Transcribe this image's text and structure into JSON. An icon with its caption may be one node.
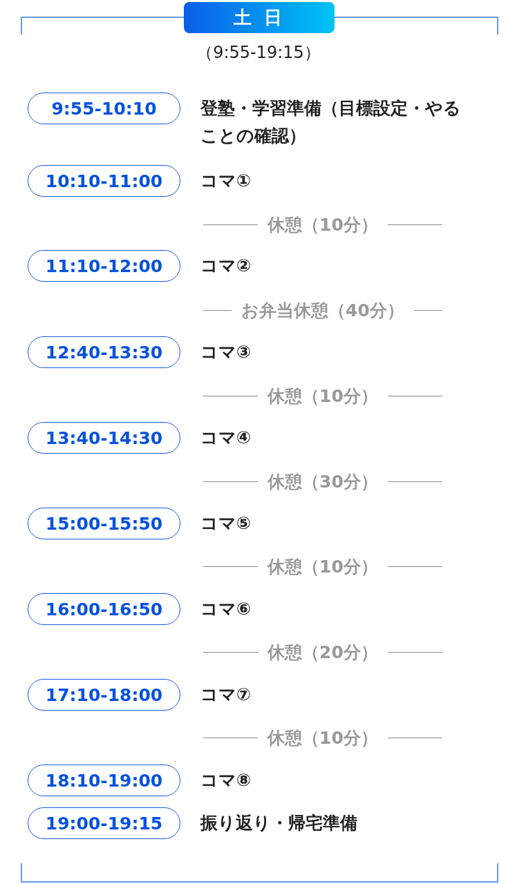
{
  "diagram": {
    "nodes": [
      {
        "text": [
          "土 日"
        ]
      },
      {
        "text": [
          "9:55-10:10"
        ],
        "beside": [
          "登塾・学習準備（目標設定・やることの確認）"
        ]
      },
      {
        "text": [
          "10:10-11:00"
        ],
        "beside": [
          "コマ①"
        ]
      },
      {
        "text": [
          "11:10-12:00"
        ],
        "beside": [
          "コマ②"
        ]
      },
      {
        "text": [
          "12:40-13:30"
        ],
        "beside": [
          "コマ③"
        ]
      },
      {
        "text": [
          "13:40-14:30"
        ],
        "beside": [
          "コマ④"
        ]
      },
      {
        "text": [
          "15:00-15:50"
        ],
        "beside": [
          "コマ⑤"
        ]
      },
      {
        "text": [
          "16:00-16:50"
        ],
        "beside": [
          "コマ⑥"
        ]
      },
      {
        "text": [
          "17:10-18:00"
        ],
        "beside": [
          "コマ⑦"
        ]
      },
      {
        "text": [
          "18:10-19:00"
        ],
        "beside": [
          "コマ⑧"
        ]
      },
      {
        "text": [
          "19:00-19:15"
        ],
        "beside": [
          "振り返り・帰宅準備"
        ]
      }
    ],
    "labels": [
      "（9:55-19:15）",
      "休憩（10分）",
      "お弁当休憩（40分）",
      "休憩（10分）",
      "休憩（30分）",
      "休憩（10分）",
      "休憩（20分）",
      "休憩（10分）"
    ]
  }
}
